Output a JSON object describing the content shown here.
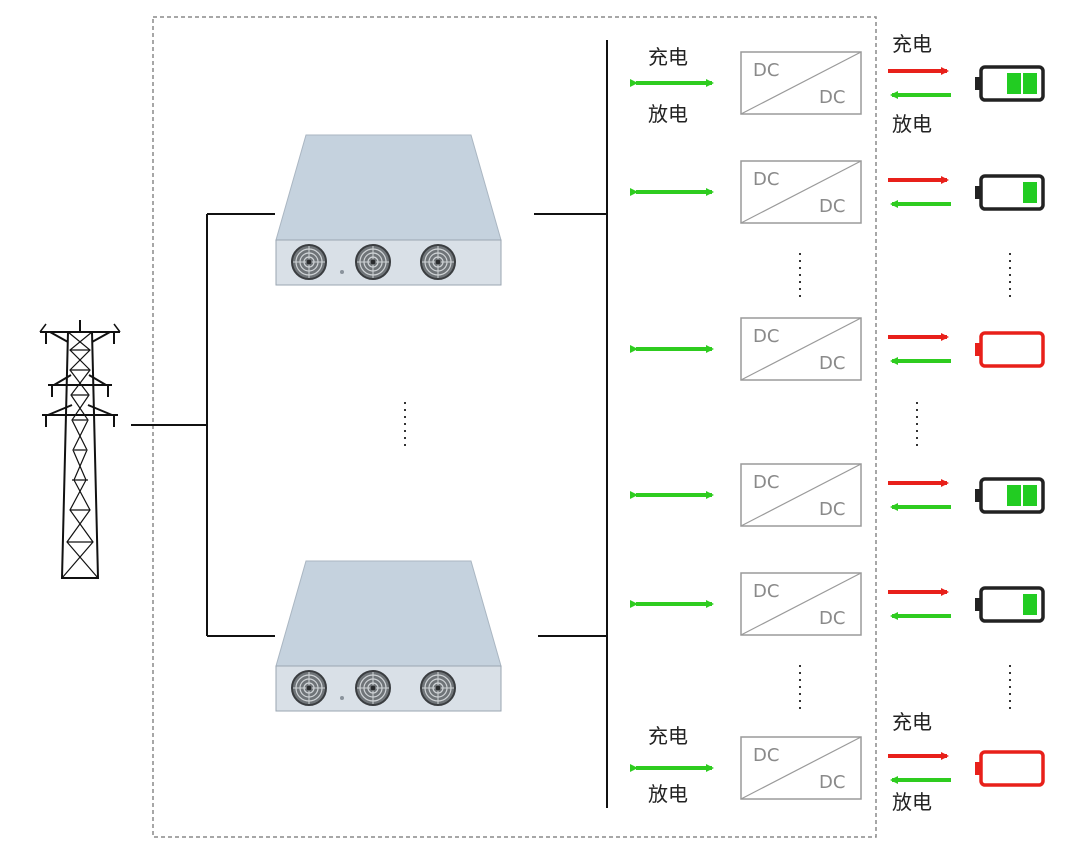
{
  "labels": {
    "charge": "充电",
    "discharge": "放电",
    "dc_in": "DC",
    "dc_out": "DC"
  },
  "colors": {
    "green_arrow": "#2ecc1f",
    "red_arrow": "#e8201a",
    "battery_outline": "#222222",
    "battery_empty_outline": "#e8201a",
    "battery_fill": "#22cc22",
    "converter_border": "#9a9a9a",
    "boundary_dash": "#8a8a8a",
    "rectifier_body": "#c3d0dd",
    "rectifier_front": "#d6dde5"
  },
  "icons": {
    "grid_source": "transmission-tower-icon",
    "rectifier": "rectifier-cabinet-icon",
    "converter": "dc-dc-converter-icon",
    "battery": "battery-icon"
  },
  "channels": [
    {
      "bidirectional_labeled": true,
      "battery_level": 2,
      "battery_state": "full"
    },
    {
      "bidirectional_labeled": false,
      "battery_level": 1,
      "battery_state": "partial"
    },
    {
      "bidirectional_labeled": false,
      "battery_level": 0,
      "battery_state": "empty"
    },
    {
      "bidirectional_labeled": false,
      "battery_level": 2,
      "battery_state": "full"
    },
    {
      "bidirectional_labeled": false,
      "battery_level": 1,
      "battery_state": "partial"
    },
    {
      "bidirectional_labeled": true,
      "battery_level": 0,
      "battery_state": "empty"
    }
  ]
}
